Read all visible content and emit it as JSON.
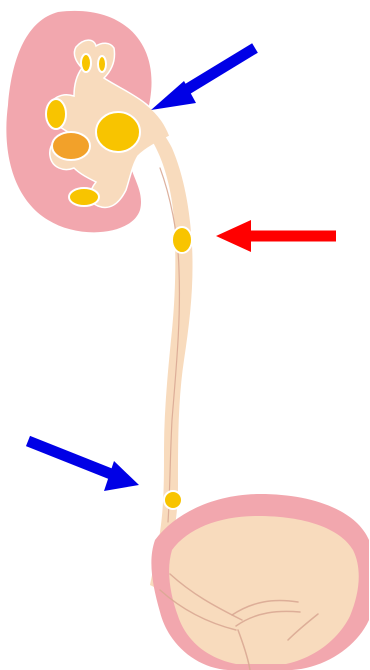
{
  "diagram": {
    "colors": {
      "organ_outer": "#f2a7ae",
      "organ_inner": "#f8dbbd",
      "stone_yellow": "#f8c400",
      "stone_orange": "#f2a12a",
      "stone_outline": "#ffffff",
      "tissue_line": "#d9a994",
      "arrow_blue": "#0000e6",
      "arrow_red": "#ff0000"
    },
    "stones": [
      {
        "id": "calyx-stone-upper-left",
        "color": "stone_yellow"
      },
      {
        "id": "calyx-stone-upper-a",
        "color": "stone_yellow"
      },
      {
        "id": "calyx-stone-upper-b",
        "color": "stone_yellow"
      },
      {
        "id": "renal-pelvis-stone",
        "color": "stone_yellow"
      },
      {
        "id": "calyx-stone-middle",
        "color": "stone_orange"
      },
      {
        "id": "calyx-stone-lower",
        "color": "stone_yellow"
      },
      {
        "id": "mid-ureter-stone",
        "color": "stone_yellow"
      },
      {
        "id": "distal-ureter-stone",
        "color": "stone_yellow"
      }
    ],
    "arrows": [
      {
        "id": "arrow-pelvis",
        "color": "arrow_blue",
        "direction": "down-left"
      },
      {
        "id": "arrow-mid-ureter",
        "color": "arrow_red",
        "direction": "left"
      },
      {
        "id": "arrow-lower-ureter",
        "color": "arrow_blue",
        "direction": "down-right"
      }
    ]
  }
}
